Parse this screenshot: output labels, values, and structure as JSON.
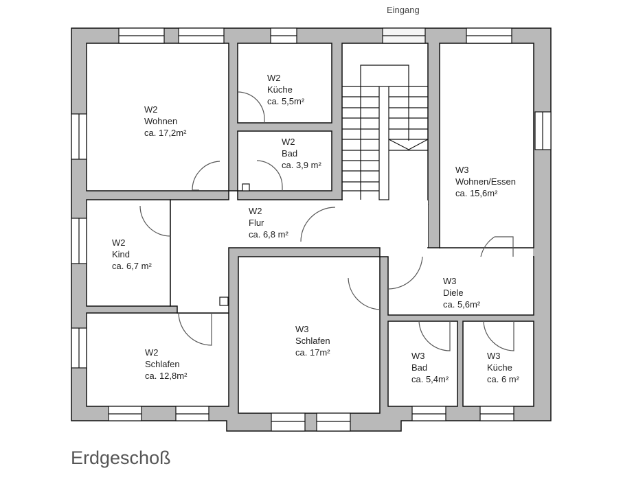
{
  "plan": {
    "title": "Erdgeschoß",
    "entrance_label": "Eingang",
    "colors": {
      "wall": "#b9b9b9",
      "outline": "#111111",
      "text": "#222222",
      "title": "#555555"
    }
  },
  "rooms": [
    {
      "unit": "W2",
      "name": "Wohnen",
      "area": "ca. 17,2m²"
    },
    {
      "unit": "W2",
      "name": "Küche",
      "area": "ca. 5,5m²"
    },
    {
      "unit": "W2",
      "name": "Bad",
      "area": "ca. 3,9 m²"
    },
    {
      "unit": "W2",
      "name": "Flur",
      "area": "ca. 6,8 m²"
    },
    {
      "unit": "W2",
      "name": "Kind",
      "area": "ca. 6,7 m²"
    },
    {
      "unit": "W2",
      "name": "Schlafen",
      "area": "ca. 12,8m²"
    },
    {
      "unit": "W3",
      "name": "Wohnen/Essen",
      "area": "ca. 15,6m²"
    },
    {
      "unit": "W3",
      "name": "Diele",
      "area": "ca. 5,6m²"
    },
    {
      "unit": "W3",
      "name": "Schlafen",
      "area": "ca. 17m²"
    },
    {
      "unit": "W3",
      "name": "Bad",
      "area": "ca. 5,4m²"
    },
    {
      "unit": "W3",
      "name": "Küche",
      "area": "ca. 6 m²"
    }
  ]
}
